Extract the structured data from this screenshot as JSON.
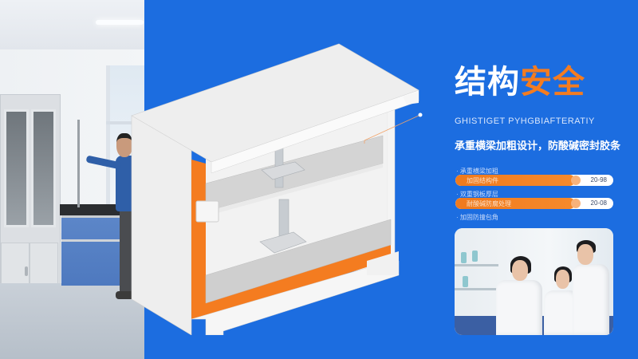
{
  "slide": {
    "background_color": "#1c6de0",
    "accent_color": "#f47c20"
  },
  "title": {
    "part1": "结构",
    "part2": "安全"
  },
  "subtitle_en": "GHISTIGET PYHGBIAFTERATIY",
  "subtitle_cn": "承重横梁加粗设计，防酸碱密封胶条",
  "specs": [
    {
      "label": "承重横梁加粗",
      "bar_text": "加固结构件",
      "value": "20-98",
      "fill_pct": 76
    },
    {
      "label": "双重钢板厚层",
      "bar_text": "耐酸碱防腐处理",
      "value": "20-08",
      "fill_pct": 76
    }
  ],
  "spec_footer": "加固防撞包角",
  "images": {
    "left_photo": "lab-technician-with-blue-cabinets",
    "center_illustration": "cabinet-cross-section-with-steel-supports",
    "photo_card": "three-researchers-in-lab-coats"
  }
}
